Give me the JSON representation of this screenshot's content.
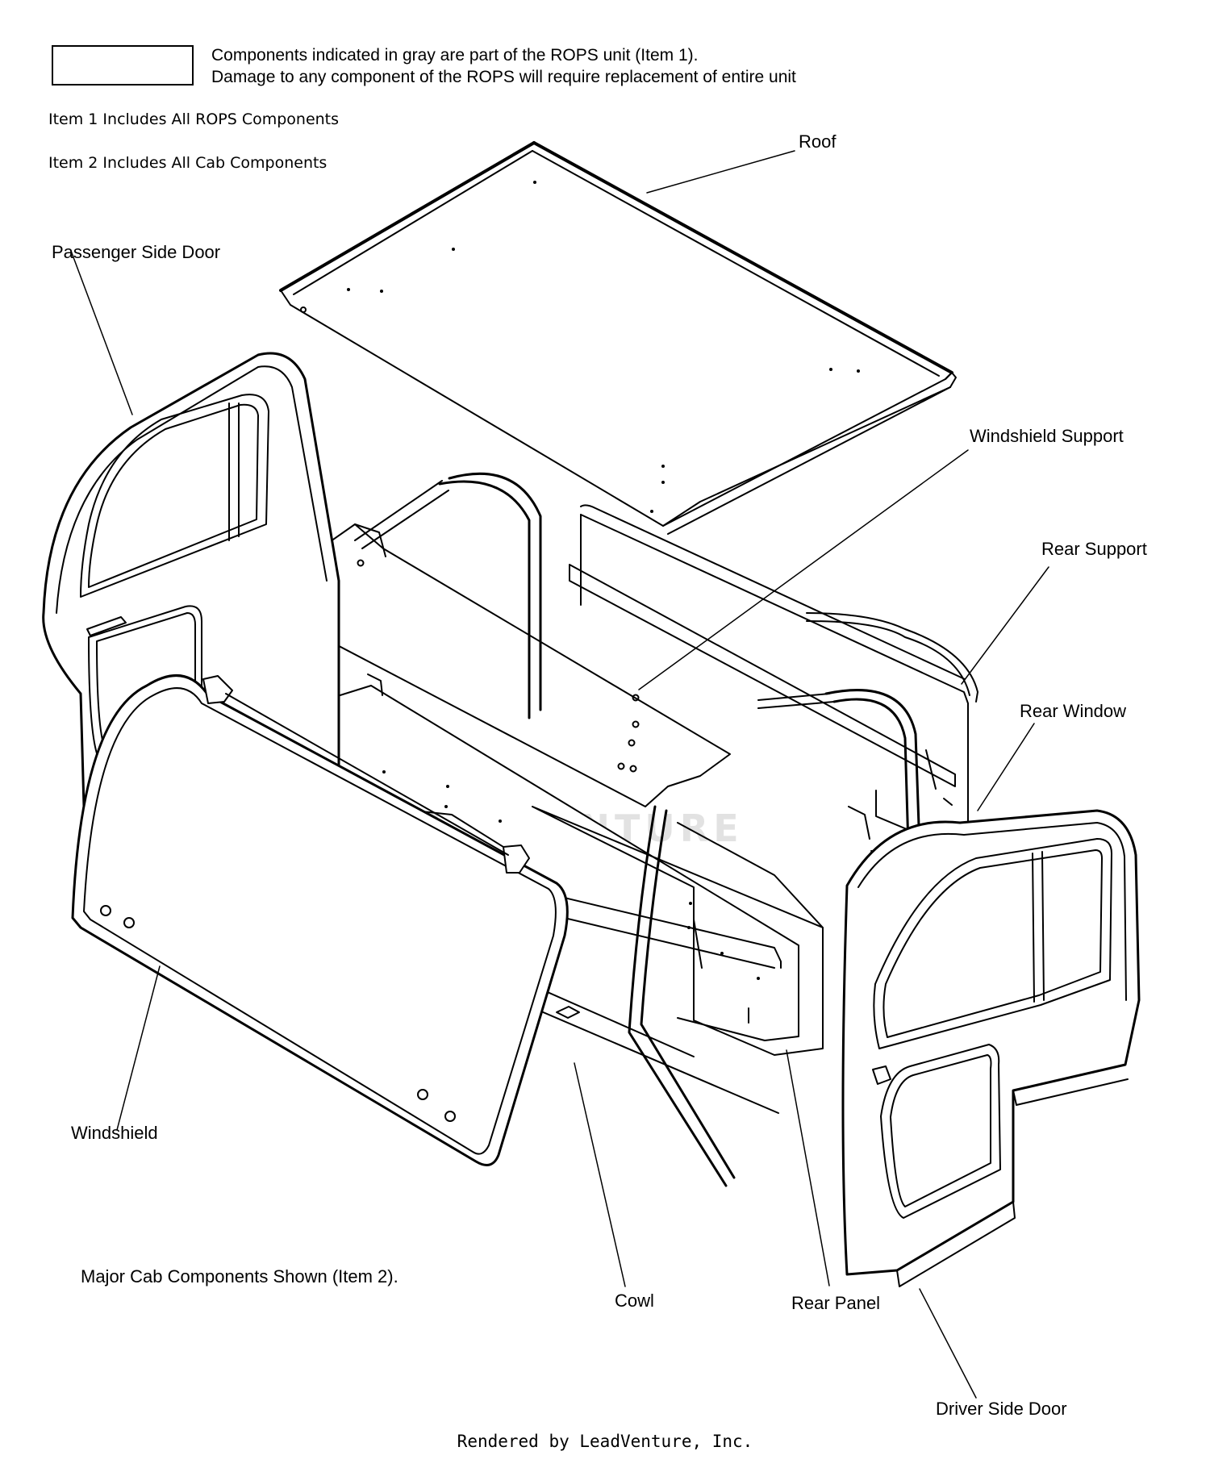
{
  "legend": {
    "line1": "Components indicated in gray are part of the ROPS unit (Item 1).",
    "line2": "Damage to any component of the ROPS will require replacement of entire unit"
  },
  "notes": {
    "item1": "Item 1 Includes All ROPS Components",
    "item2": "Item 2 Includes All Cab Components",
    "caption": "Major Cab Components Shown (Item 2)."
  },
  "labels": {
    "roof": "Roof",
    "passenger_side_door": "Passenger Side Door",
    "windshield_support": "Windshield Support",
    "rear_support": "Rear Support",
    "rear_window": "Rear Window",
    "windshield": "Windshield",
    "cowl": "Cowl",
    "rear_panel": "Rear Panel",
    "driver_side_door": "Driver Side Door"
  },
  "watermark": "LEADVENTURE",
  "footer": "Rendered by LeadVenture, Inc."
}
